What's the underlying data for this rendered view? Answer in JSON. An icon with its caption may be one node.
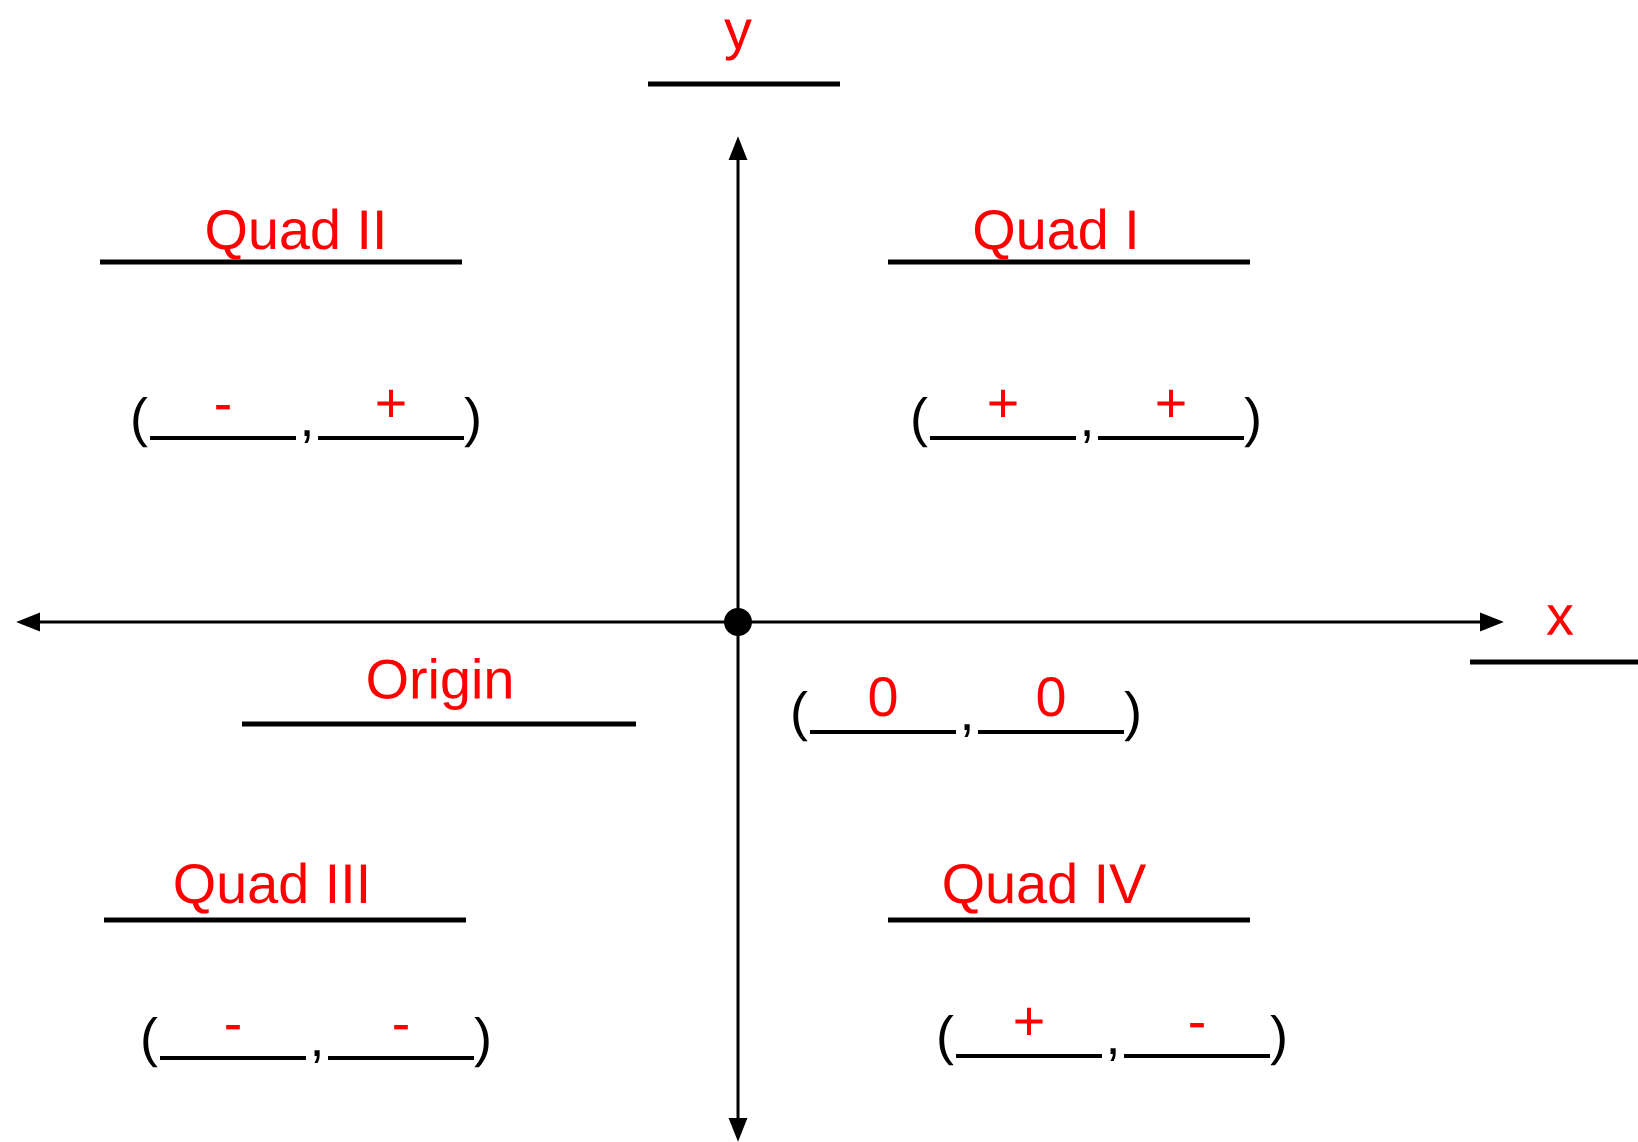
{
  "diagram": {
    "labels": [
      "y",
      "Quad II",
      "Quad I",
      "(",
      "-",
      ",",
      "+",
      ")",
      "(",
      "+",
      ",",
      "+",
      ")",
      "x",
      "Origin",
      "(",
      "0",
      ",",
      "0",
      ")",
      "Quad III",
      "Quad IV",
      "(",
      "-",
      ",",
      "-",
      ")",
      "(",
      "+",
      ",",
      "-",
      ")"
    ]
  }
}
